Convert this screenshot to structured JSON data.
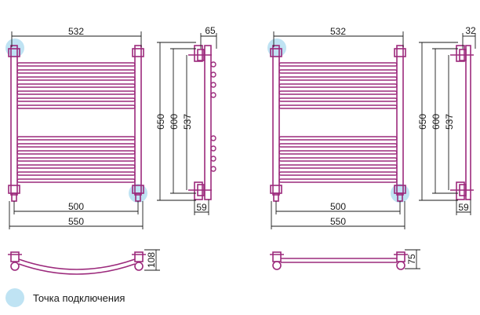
{
  "colors": {
    "pipe": "#9c2a7c",
    "line": "#1a1a1a",
    "marker": "#bfe3f3"
  },
  "left": {
    "dims": {
      "width_top": "532",
      "depth_top": "65",
      "height_650": "650",
      "height_600": "600",
      "height_537": "537",
      "width_500": "500",
      "width_550": "550",
      "depth_bottom": "59",
      "plan_depth": "108"
    }
  },
  "right": {
    "dims": {
      "width_top": "532",
      "depth_top": "32",
      "height_650": "650",
      "height_600": "600",
      "height_537": "537",
      "width_500": "500",
      "width_550": "550",
      "depth_bottom": "59",
      "plan_depth": "75"
    }
  },
  "legend": {
    "label": "Точка подключения"
  }
}
